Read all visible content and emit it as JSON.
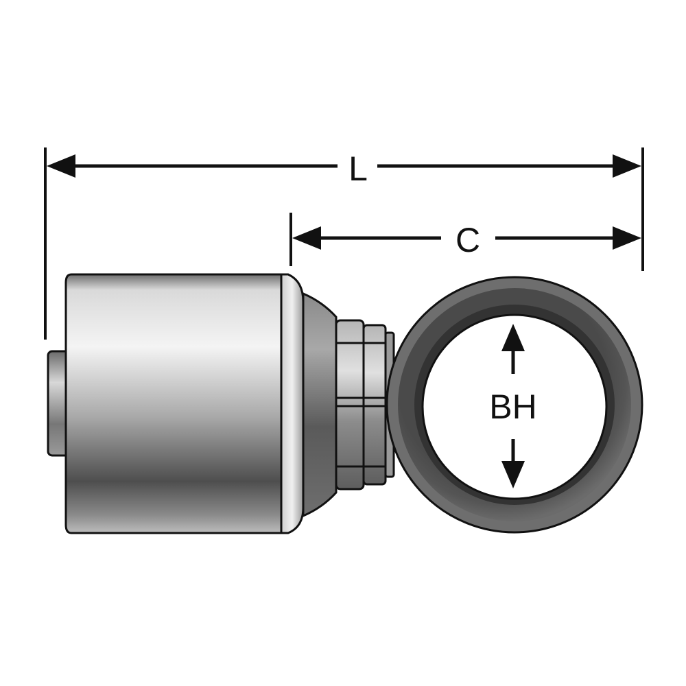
{
  "diagram": {
    "dimensions": {
      "overall_length_label": "L",
      "center_label": "C",
      "bolt_hole_label": "BH"
    }
  }
}
